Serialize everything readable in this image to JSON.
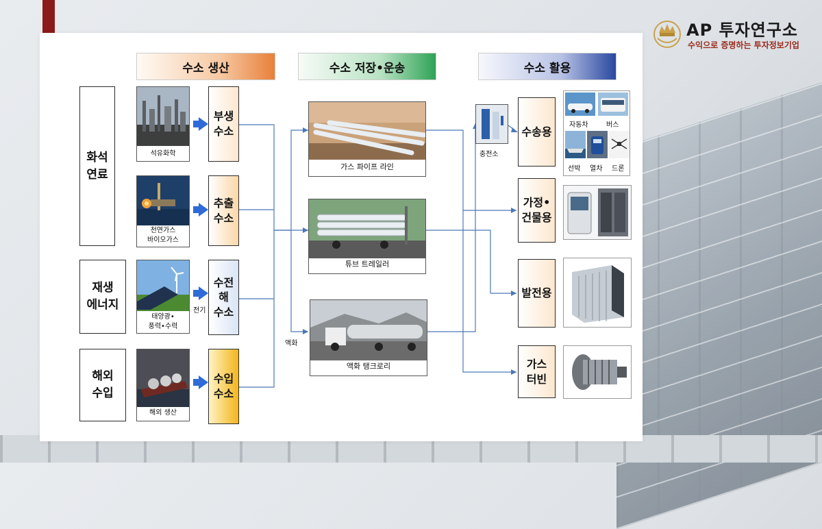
{
  "brand": {
    "title": "AP 투자연구소",
    "subtitle": "수익으로 증명하는 투자정보기업"
  },
  "headers": {
    "production": "수소 생산",
    "storage": "수소 저장•운송",
    "usage": "수소 활용"
  },
  "categories": {
    "fossil": "화석\n연료",
    "renewable": "재생\n에너지",
    "overseas": "해외\n수입"
  },
  "sources": {
    "petrochem": "석유화학",
    "natgas": "천연가스\n바이오가스",
    "solar": "태양광•\n풍력•수력",
    "overseas_prod": "해외 생산"
  },
  "production_types": {
    "byproduct": "부생\n수소",
    "extracted": "추출\n수소",
    "electrolysis": "수전\n해\n수소",
    "imported": "수입\n수소"
  },
  "labels": {
    "electricity": "전기",
    "liquefaction": "액화",
    "charging_station": "충전소"
  },
  "transport": {
    "pipeline": "가스 파이프 라인",
    "tube_trailer": "튜브 트레일러",
    "liquid_tanker": "액화 탱크로리"
  },
  "uses": {
    "transport": "수송용",
    "home": "가정•\n건물용",
    "power": "발전용",
    "turbine": "가스\n터빈"
  },
  "vehicles": {
    "car": "자동차",
    "bus": "버스",
    "ship": "선박",
    "train": "열차",
    "drone": "드론"
  },
  "colors": {
    "accent_blue": "#2e6bd8",
    "line_blue": "#4a78b8",
    "brand_red": "#8b1a1a"
  }
}
